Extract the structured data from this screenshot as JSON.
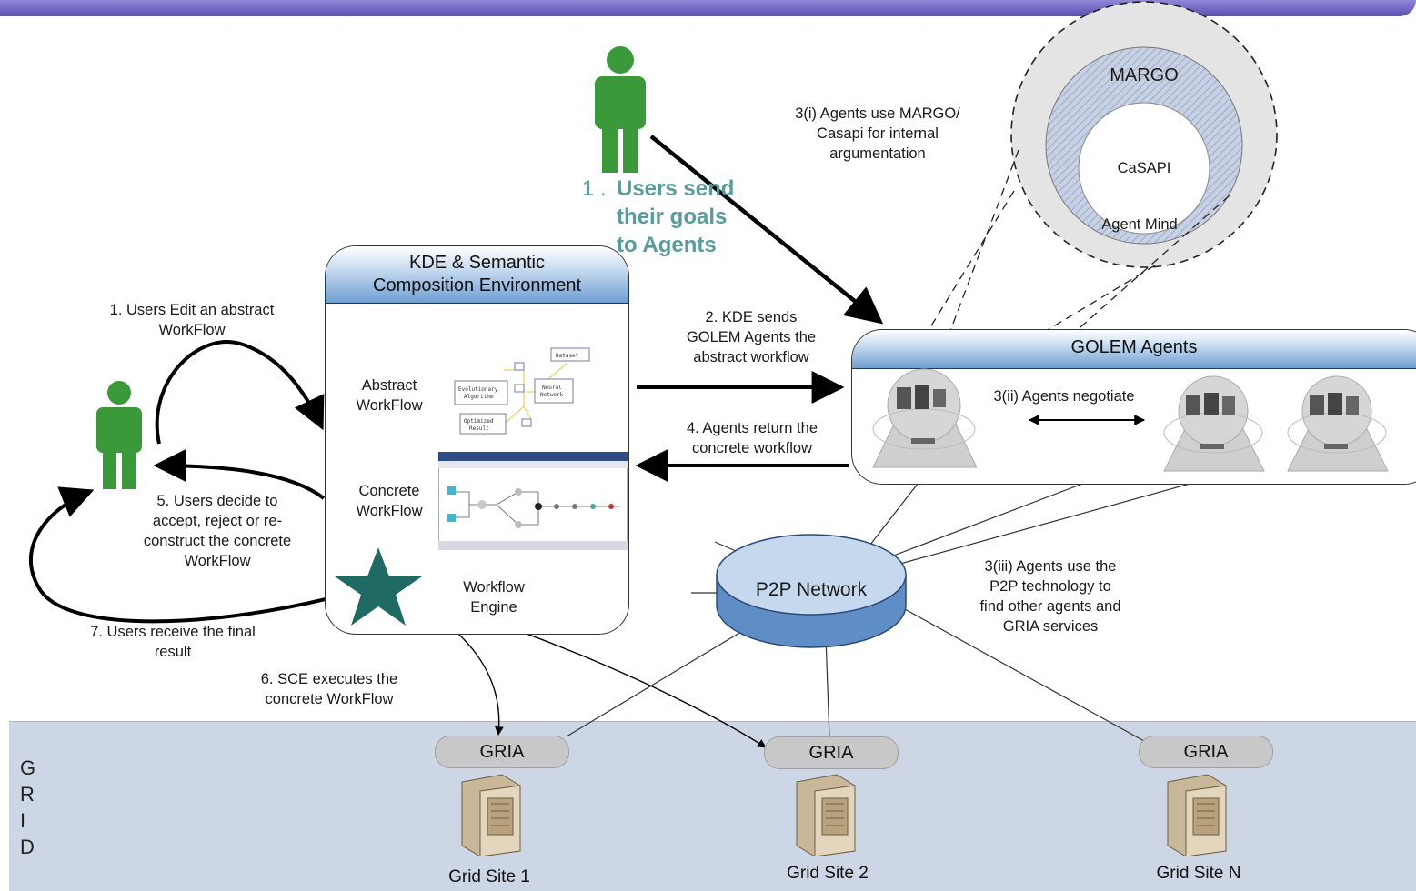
{
  "kde": {
    "title_line1": "KDE & Semantic",
    "title_line2": "Composition Environment",
    "abstract_label": "Abstract\nWorkFlow",
    "concrete_label": "Concrete\nWorkFlow",
    "engine_label": "Workflow\nEngine",
    "abstract_nodes": [
      "Dataset",
      "Evolutionary\nAlgorithm",
      "Neural\nNetwork",
      "Optimized\nResult"
    ]
  },
  "golem": {
    "title": "GOLEM Agents",
    "negotiate": "3(ii) Agents negotiate"
  },
  "agent_mind": {
    "margo": "MARGO",
    "casapi": "CaSAPI",
    "label": "Agent Mind",
    "note": "3(i) Agents use MARGO/\nCasapi for internal\nargumentation"
  },
  "users_goal": {
    "prefix": "1 .",
    "text": "Users send\ntheir goals\nto Agents"
  },
  "steps": {
    "s1": "1. Users Edit an abstract\nWorkFlow",
    "s2": "2. KDE sends\nGOLEM Agents the\nabstract workflow",
    "s3iii": "3(iii) Agents use the\nP2P technology to\nfind other agents and\nGRIA services",
    "s4": "4. Agents return the\nconcrete workflow",
    "s5": "5. Users decide to\naccept, reject or re-\nconstruct the concrete\nWorkFlow",
    "s6": "6. SCE executes the\nconcrete WorkFlow",
    "s7": "7. Users receive the final\nresult"
  },
  "p2p": "P2P Network",
  "grid": {
    "letters": [
      "G",
      "R",
      "I",
      "D"
    ],
    "gria_label": "GRIA",
    "sites": [
      "Grid Site 1",
      "Grid Site 2",
      "Grid Site N"
    ]
  },
  "colors": {
    "user": "#3a9a3a",
    "engine_star": "#1f6b63",
    "goal_text": "#5a9c9c",
    "header_blue": "#6f9fd2",
    "grid_band": "#cdd6e4"
  }
}
